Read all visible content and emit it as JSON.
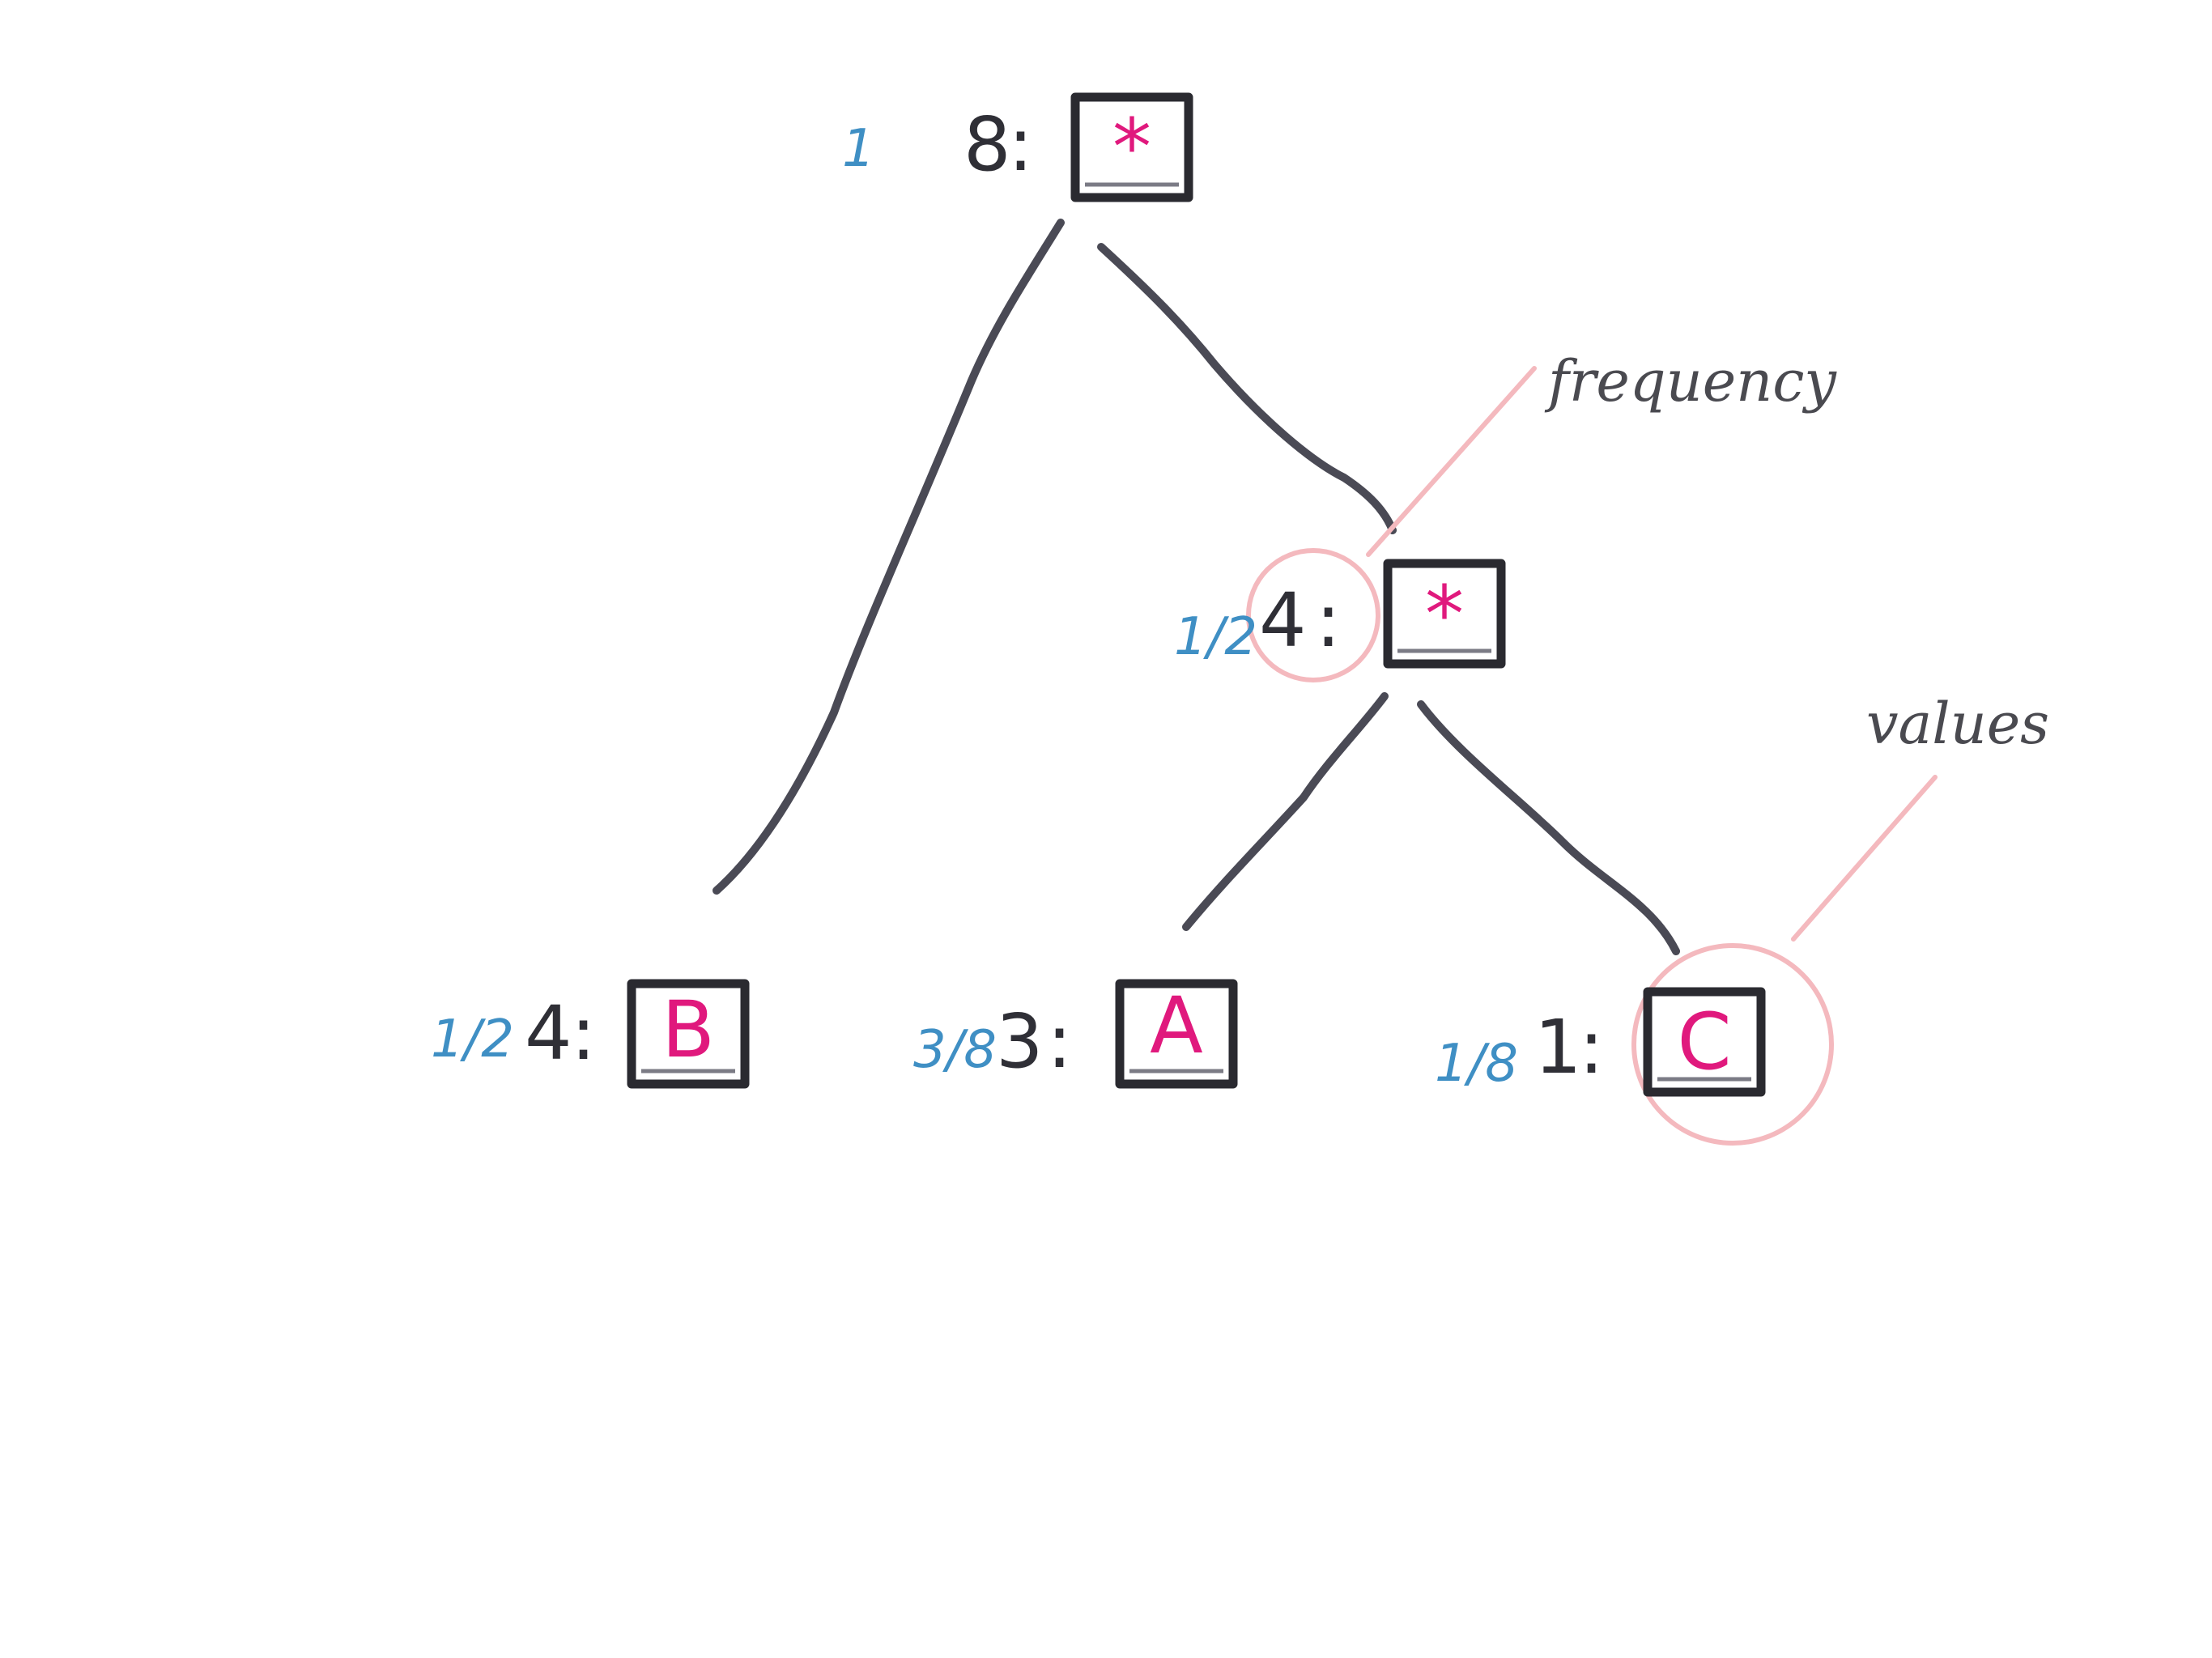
{
  "nodes": {
    "root": {
      "prob": "1",
      "freq": "8",
      "value": "*"
    },
    "inner": {
      "prob": "1/2",
      "freq": "4",
      "value": "*"
    },
    "leaf_b": {
      "prob": "1/2",
      "freq": "4",
      "value": "B"
    },
    "leaf_a": {
      "prob": "3/8",
      "freq": "3",
      "value": "A"
    },
    "leaf_c": {
      "prob": "1/8",
      "freq": "1",
      "value": "C"
    }
  },
  "separator": ":",
  "annotations": {
    "frequency_label": "frequency",
    "values_label": "values"
  },
  "colors": {
    "probability": "#3f8fc4",
    "value": "#e0197d",
    "callout": "#f4b9be",
    "edge": "#4a4a55"
  }
}
